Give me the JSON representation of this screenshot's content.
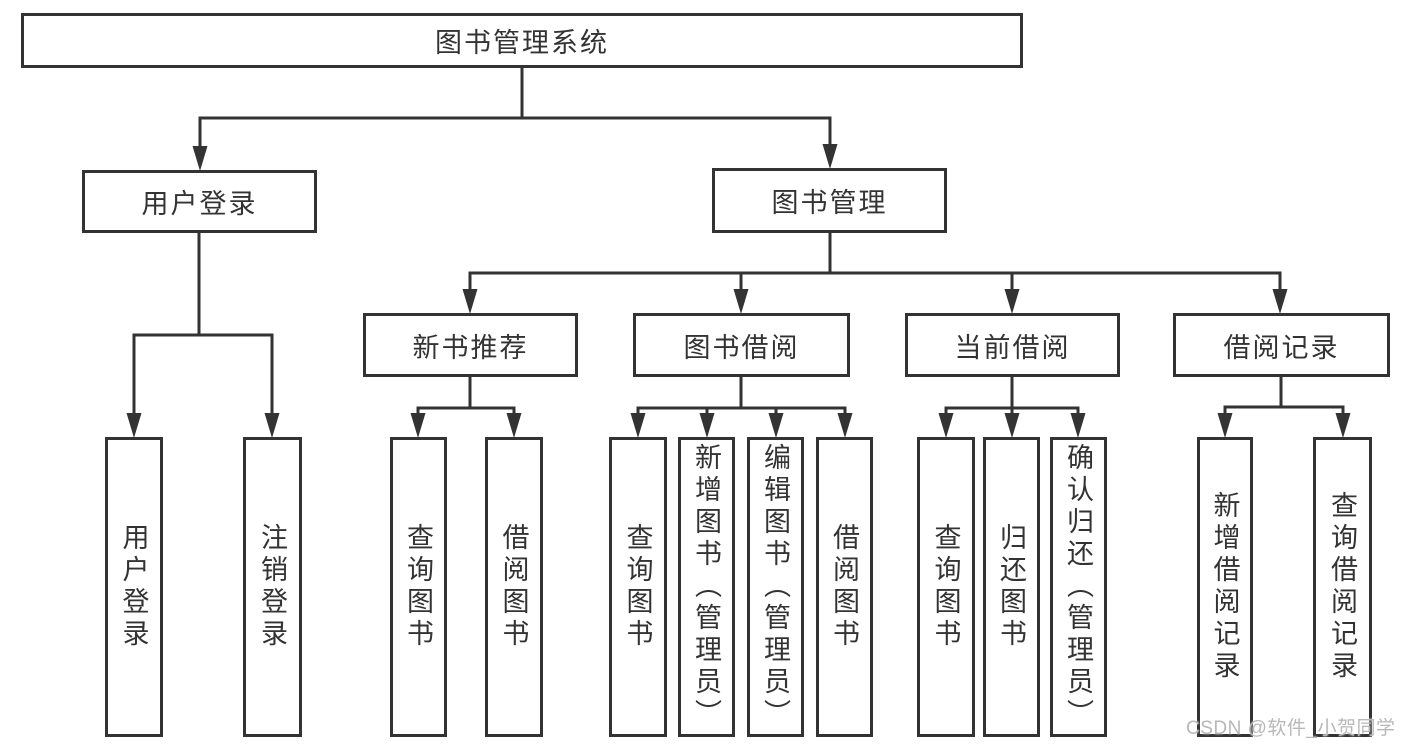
{
  "diagram": {
    "title": "图书管理系统",
    "tree": {
      "label": "图书管理系统",
      "children": [
        {
          "label": "用户登录",
          "children": [
            {
              "label": "用户登录"
            },
            {
              "label": "注销登录"
            }
          ]
        },
        {
          "label": "图书管理",
          "children": [
            {
              "label": "新书推荐",
              "children": [
                {
                  "label": "查询图书"
                },
                {
                  "label": "借阅图书"
                }
              ]
            },
            {
              "label": "图书借阅",
              "children": [
                {
                  "label": "查询图书"
                },
                {
                  "label": "新增图书（管理员）"
                },
                {
                  "label": "编辑图书（管理员）"
                },
                {
                  "label": "借阅图书"
                }
              ]
            },
            {
              "label": "当前借阅",
              "children": [
                {
                  "label": "查询图书"
                },
                {
                  "label": "归还图书"
                },
                {
                  "label": "确认归还（管理员）"
                }
              ]
            },
            {
              "label": "借阅记录",
              "children": [
                {
                  "label": "新增借阅记录"
                },
                {
                  "label": "查询借阅记录"
                }
              ]
            }
          ]
        }
      ]
    },
    "watermark": "CSDN @软件_小贺同学",
    "colors": {
      "line": "#333333",
      "text": "#333333",
      "watermark": "#b8b8b8",
      "background": "#ffffff"
    }
  }
}
